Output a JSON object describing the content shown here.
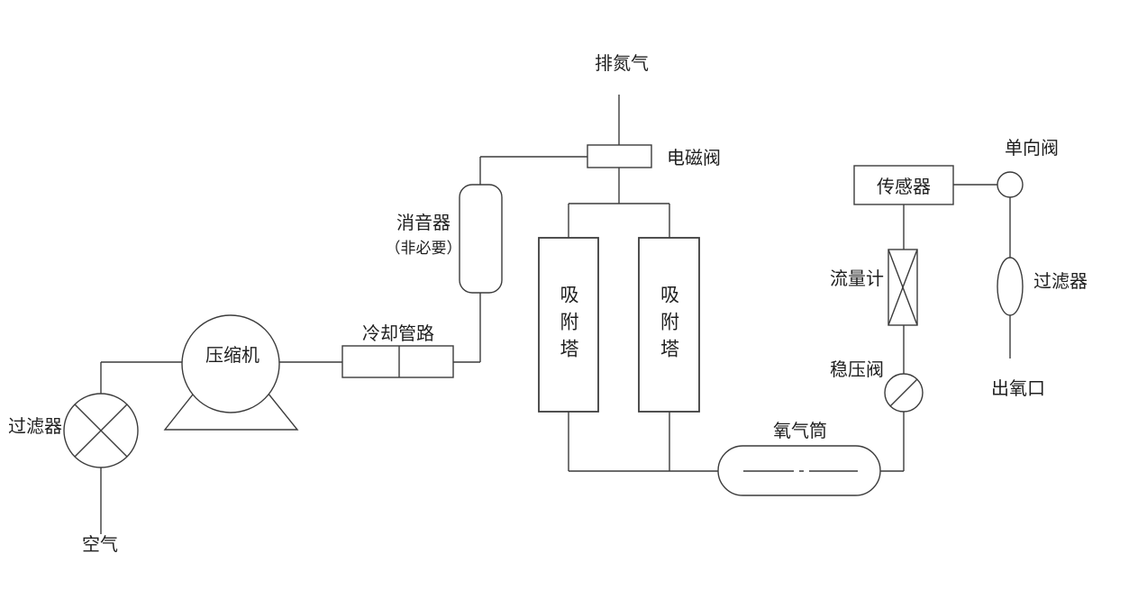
{
  "colors": {
    "line": "#3c3c3c",
    "text": "#1f1f1f",
    "background": "#ffffff"
  },
  "components": {
    "air_inlet": {
      "label": "空气"
    },
    "inlet_filter": {
      "label": "过滤器"
    },
    "compressor": {
      "label": "压缩机"
    },
    "cooling_pipe": {
      "label": "冷却管路"
    },
    "muffler": {
      "label": "消音器",
      "note": "（非必要）"
    },
    "nitrogen_exhaust": {
      "label": "排氮气"
    },
    "solenoid_valve": {
      "label": "电磁阀"
    },
    "adsorption_tower_left": {
      "label": "吸附塔"
    },
    "adsorption_tower_right": {
      "label": "吸附塔"
    },
    "oxygen_tank": {
      "label": "氧气筒"
    },
    "pressure_regulator": {
      "label": "稳压阀"
    },
    "flow_meter": {
      "label": "流量计"
    },
    "sensor": {
      "label": "传感器"
    },
    "check_valve": {
      "label": "单向阀"
    },
    "outlet_filter": {
      "label": "过滤器"
    },
    "oxygen_outlet": {
      "label": "出氧口"
    }
  }
}
